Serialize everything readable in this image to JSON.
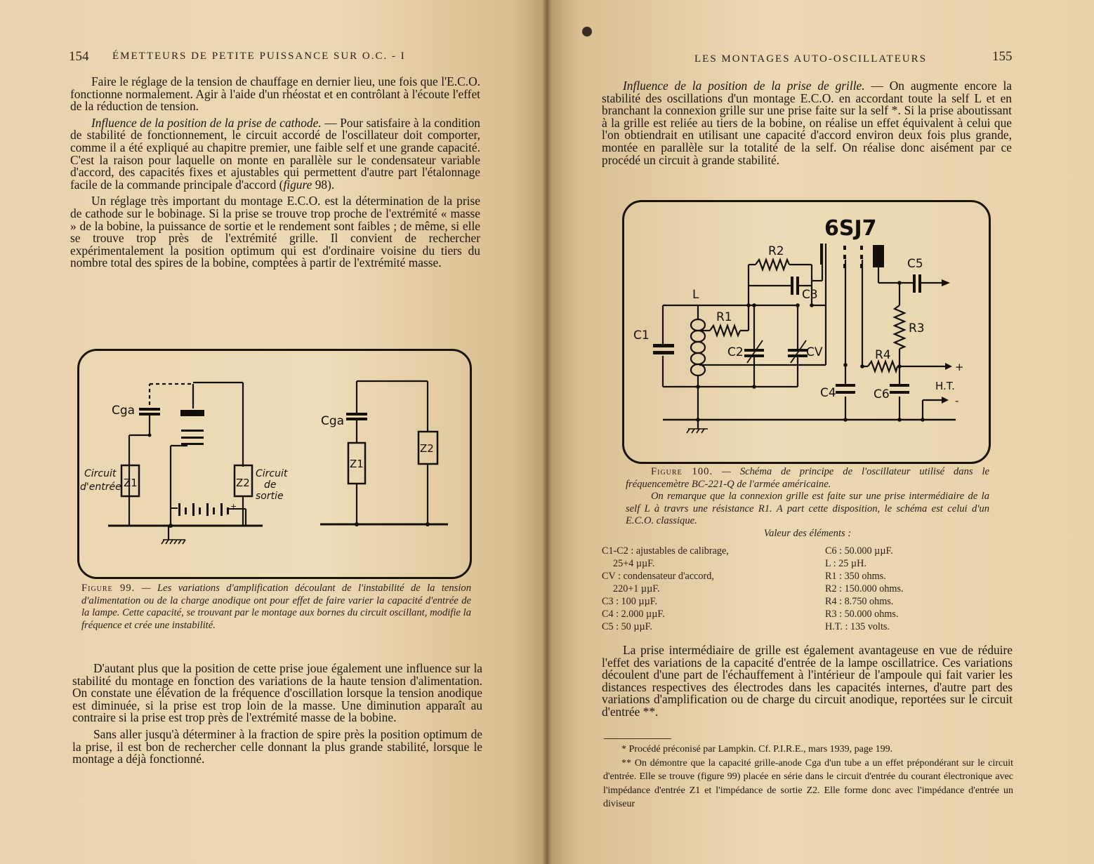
{
  "left_page": {
    "page_number": "154",
    "running_head": "ÉMETTEURS DE PETITE PUISSANCE SUR O.C. - I",
    "para1": "Faire le réglage de la tension de chauffage en dernier lieu, une fois que l'E.C.O. fonctionne normalement. Agir à l'aide d'un rhéostat et en contrôlant à l'écoute l'effet de la réduction de tension.",
    "para2_title": "Influence de la position de la prise de cathode.",
    "para2_dash": " — ",
    "para2_body_a": "Pour satisfaire à la condition de stabilité de fonctionnement, le circuit accordé de l'oscillateur doit comporter, comme il a été expliqué au chapitre premier, une faible self et une grande capacité. C'est la raison pour laquelle on monte en parallèle sur le condensateur variable d'accord, des capacités fixes et ajustables qui permettent d'autre part l'étalonnage facile de la commande principale d'accord (",
    "para2_fig_word": "figure",
    "para2_body_b": " 98).",
    "para3": "Un réglage très important du montage E.C.O. est la détermination de la prise de cathode sur le bobinage. Si la prise se trouve trop proche de l'extrémité « masse » de la bobine, la puissance de sortie et le rendement sont faibles ; de même, si elle se trouve trop près de l'extrémité grille. Il convient de rechercher expérimentalement la position optimum qui est d'ordinaire voisine du tiers du nombre total des spires de la bobine, comptées à partir de l'extrémité masse.",
    "figure99": {
      "labels": {
        "cga_left": "Cga",
        "cga_right": "Cga",
        "z1_left": "Z1",
        "z2_left": "Z2",
        "z1_right": "Z1",
        "z2_right": "Z2",
        "circuit": "Circuit",
        "entree": "d'entrée",
        "circuit2": "Circuit",
        "de": "de",
        "sortie": "sortie",
        "plus": "+"
      },
      "caption_label": "Figure 99.",
      "caption_text": " — Les variations d'amplification découlant de l'instabilité de la tension d'alimentation ou de la charge anodique ont pour effet de faire varier la capacité d'entrée de la lampe. Cette capacité, se trouvant par le montage aux bornes du circuit oscillant, modifie la fréquence et crée une instabilité."
    },
    "para4": "D'autant plus que la position de cette prise joue également une influence sur la stabilité du montage en fonction des variations de la haute tension d'alimentation. On constate une élévation de la fréquence d'oscillation lorsque la tension anodique est diminuée, si la prise est trop loin de la masse. Une diminution apparaît au contraire si la prise est trop près de l'extrémité masse de la bobine.",
    "para5": "Sans aller jusqu'à déterminer à la fraction de spire près la position optimum de la prise, il est bon de rechercher celle donnant la plus grande stabilité, lorsque le montage a déjà fonctionné."
  },
  "right_page": {
    "page_number": "155",
    "running_head": "LES MONTAGES AUTO-OSCILLATEURS",
    "para1_title": "Influence de la position de la prise de grille.",
    "para1_dash": " — ",
    "para1_body": "On augmente encore la stabilité des oscillations d'un montage E.C.O. en accordant toute la self L et en branchant la connexion grille sur une prise faite sur la self *. Si la prise aboutissant à la grille est reliée au tiers de la bobine, on réalise un effet équivalent à celui que l'on obtiendrait en utilisant une capacité d'accord environ deux fois plus grande, montée en parallèle sur la totalité de la self. On réalise donc aisément par ce procédé un circuit à grande stabilité.",
    "figure100": {
      "labels": {
        "tube": "6SJ7",
        "r2": "R2",
        "c3": "C3",
        "c5": "C5",
        "l": "L",
        "r1": "R1",
        "c1": "C1",
        "c2": "C2",
        "cv": "CV",
        "r3": "R3",
        "r4": "R4",
        "plus": "+",
        "ht": "H.T.",
        "minus": "-",
        "c4": "C4",
        "c6": "C6"
      },
      "caption_label": "Figure 100.",
      "caption_text": " — Schéma de principe de l'oscillateur utilisé dans le fréquencemètre BC-221-Q de l'armée américaine.",
      "caption_text2": "On remarque que la connexion grille est faite sur une prise intermédiaire de la self L à travrs une résistance R1. A part cette disposition, le schéma est celui d'un E.C.O. classique.",
      "values_title": "Valeur des éléments :",
      "values_left": [
        "C1-C2 : ajustables de calibrage,",
        "25+4 µµF.",
        "CV : condensateur d'accord,",
        "220+1 µµF.",
        "C3 : 100 µµF.",
        "C4 : 2.000 µµF.",
        "C5 : 50 µµF."
      ],
      "values_right": [
        "C6 : 50.000 µµF.",
        "L : 25 µH.",
        "R1 : 350 ohms.",
        "R2 : 150.000 ohms.",
        "R4 : 8.750 ohms.",
        "R3 : 50.000 ohms.",
        "H.T. : 135 volts."
      ]
    },
    "para2": "La prise intermédiaire de grille est également avantageuse en vue de réduire l'effet des variations de la capacité d'entrée de la lampe oscillatrice. Ces variations découlent d'une part de l'échauffement à l'intérieur de l'ampoule qui fait varier les distances respectives des électrodes dans les capacités internes, d'autre part des variations d'amplification ou de charge du circuit anodique, reportées sur le circuit d'entrée **.",
    "note1": "* Procédé préconisé par Lampkin. Cf. P.I.R.E., mars 1939, page 199.",
    "note2": "** On démontre que la capacité grille-anode Cga d'un tube a un effet prépondérant sur le circuit d'entrée. Elle se trouve (figure 99) placée en série dans le circuit d'entrée du courant électronique avec l'impédance d'entrée Z1 et l'impédance de sortie Z2. Elle forme donc avec l'impédance d'entrée un diviseur"
  }
}
